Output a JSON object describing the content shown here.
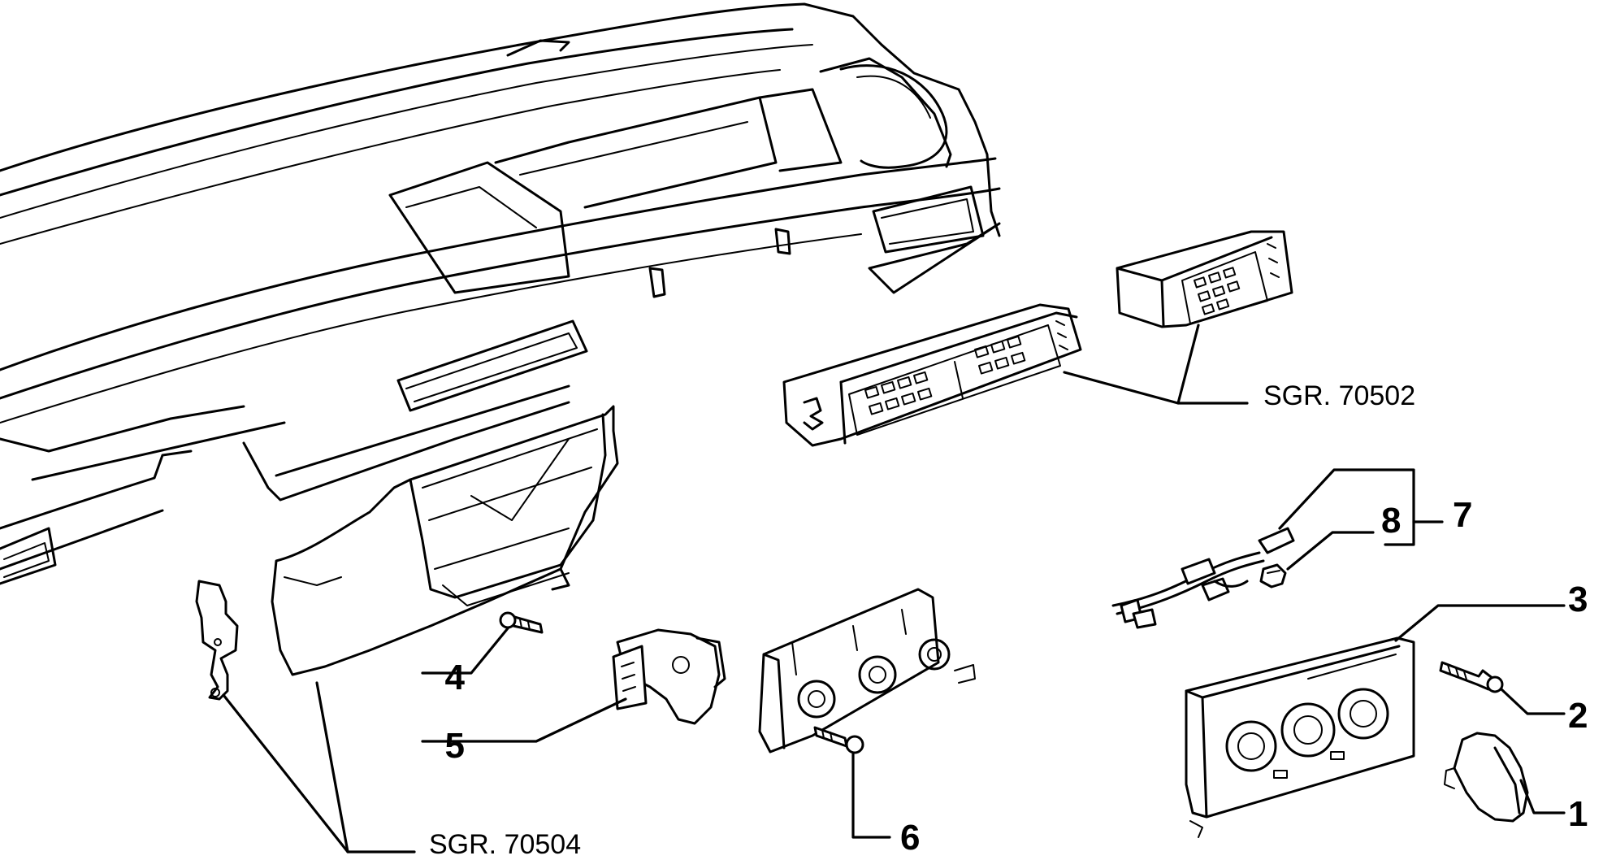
{
  "callouts": {
    "c1": "1",
    "c2": "2",
    "c3": "3",
    "c4": "4",
    "c5": "5",
    "c6": "6",
    "c7": "7",
    "c8": "8"
  },
  "references": {
    "vents": "SGR. 70502",
    "bracket": "SGR. 70504"
  }
}
